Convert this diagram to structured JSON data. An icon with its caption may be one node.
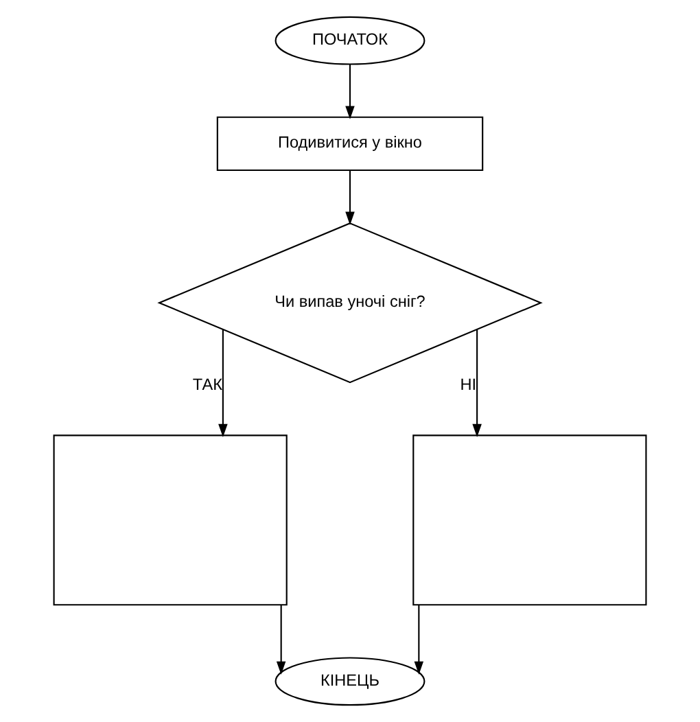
{
  "diagram": {
    "nodes": [
      {
        "text": [
          "ПОЧАТОК"
        ]
      },
      {
        "text": [
          "Подивитися у вікно"
        ]
      },
      {
        "text": [
          "Чи випав уночі сніг?"
        ]
      },
      {
        "text": [],
        "shape": "box"
      },
      {
        "text": [],
        "shape": "box"
      },
      {
        "text": [
          "КІНЕЦЬ"
        ]
      }
    ],
    "edges": [
      {
        "from": 0,
        "to": 1,
        "arrow": "to"
      },
      {
        "from": 1,
        "to": 2,
        "arrow": "to"
      },
      {
        "from": 2,
        "to": 3,
        "arrow": "to",
        "label": "ТАК"
      },
      {
        "from": 2,
        "to": 4,
        "arrow": "to",
        "label": "НІ"
      },
      {
        "from": 3,
        "to": 5,
        "arrow": "to"
      },
      {
        "from": 4,
        "to": 5,
        "arrow": "to"
      }
    ]
  }
}
